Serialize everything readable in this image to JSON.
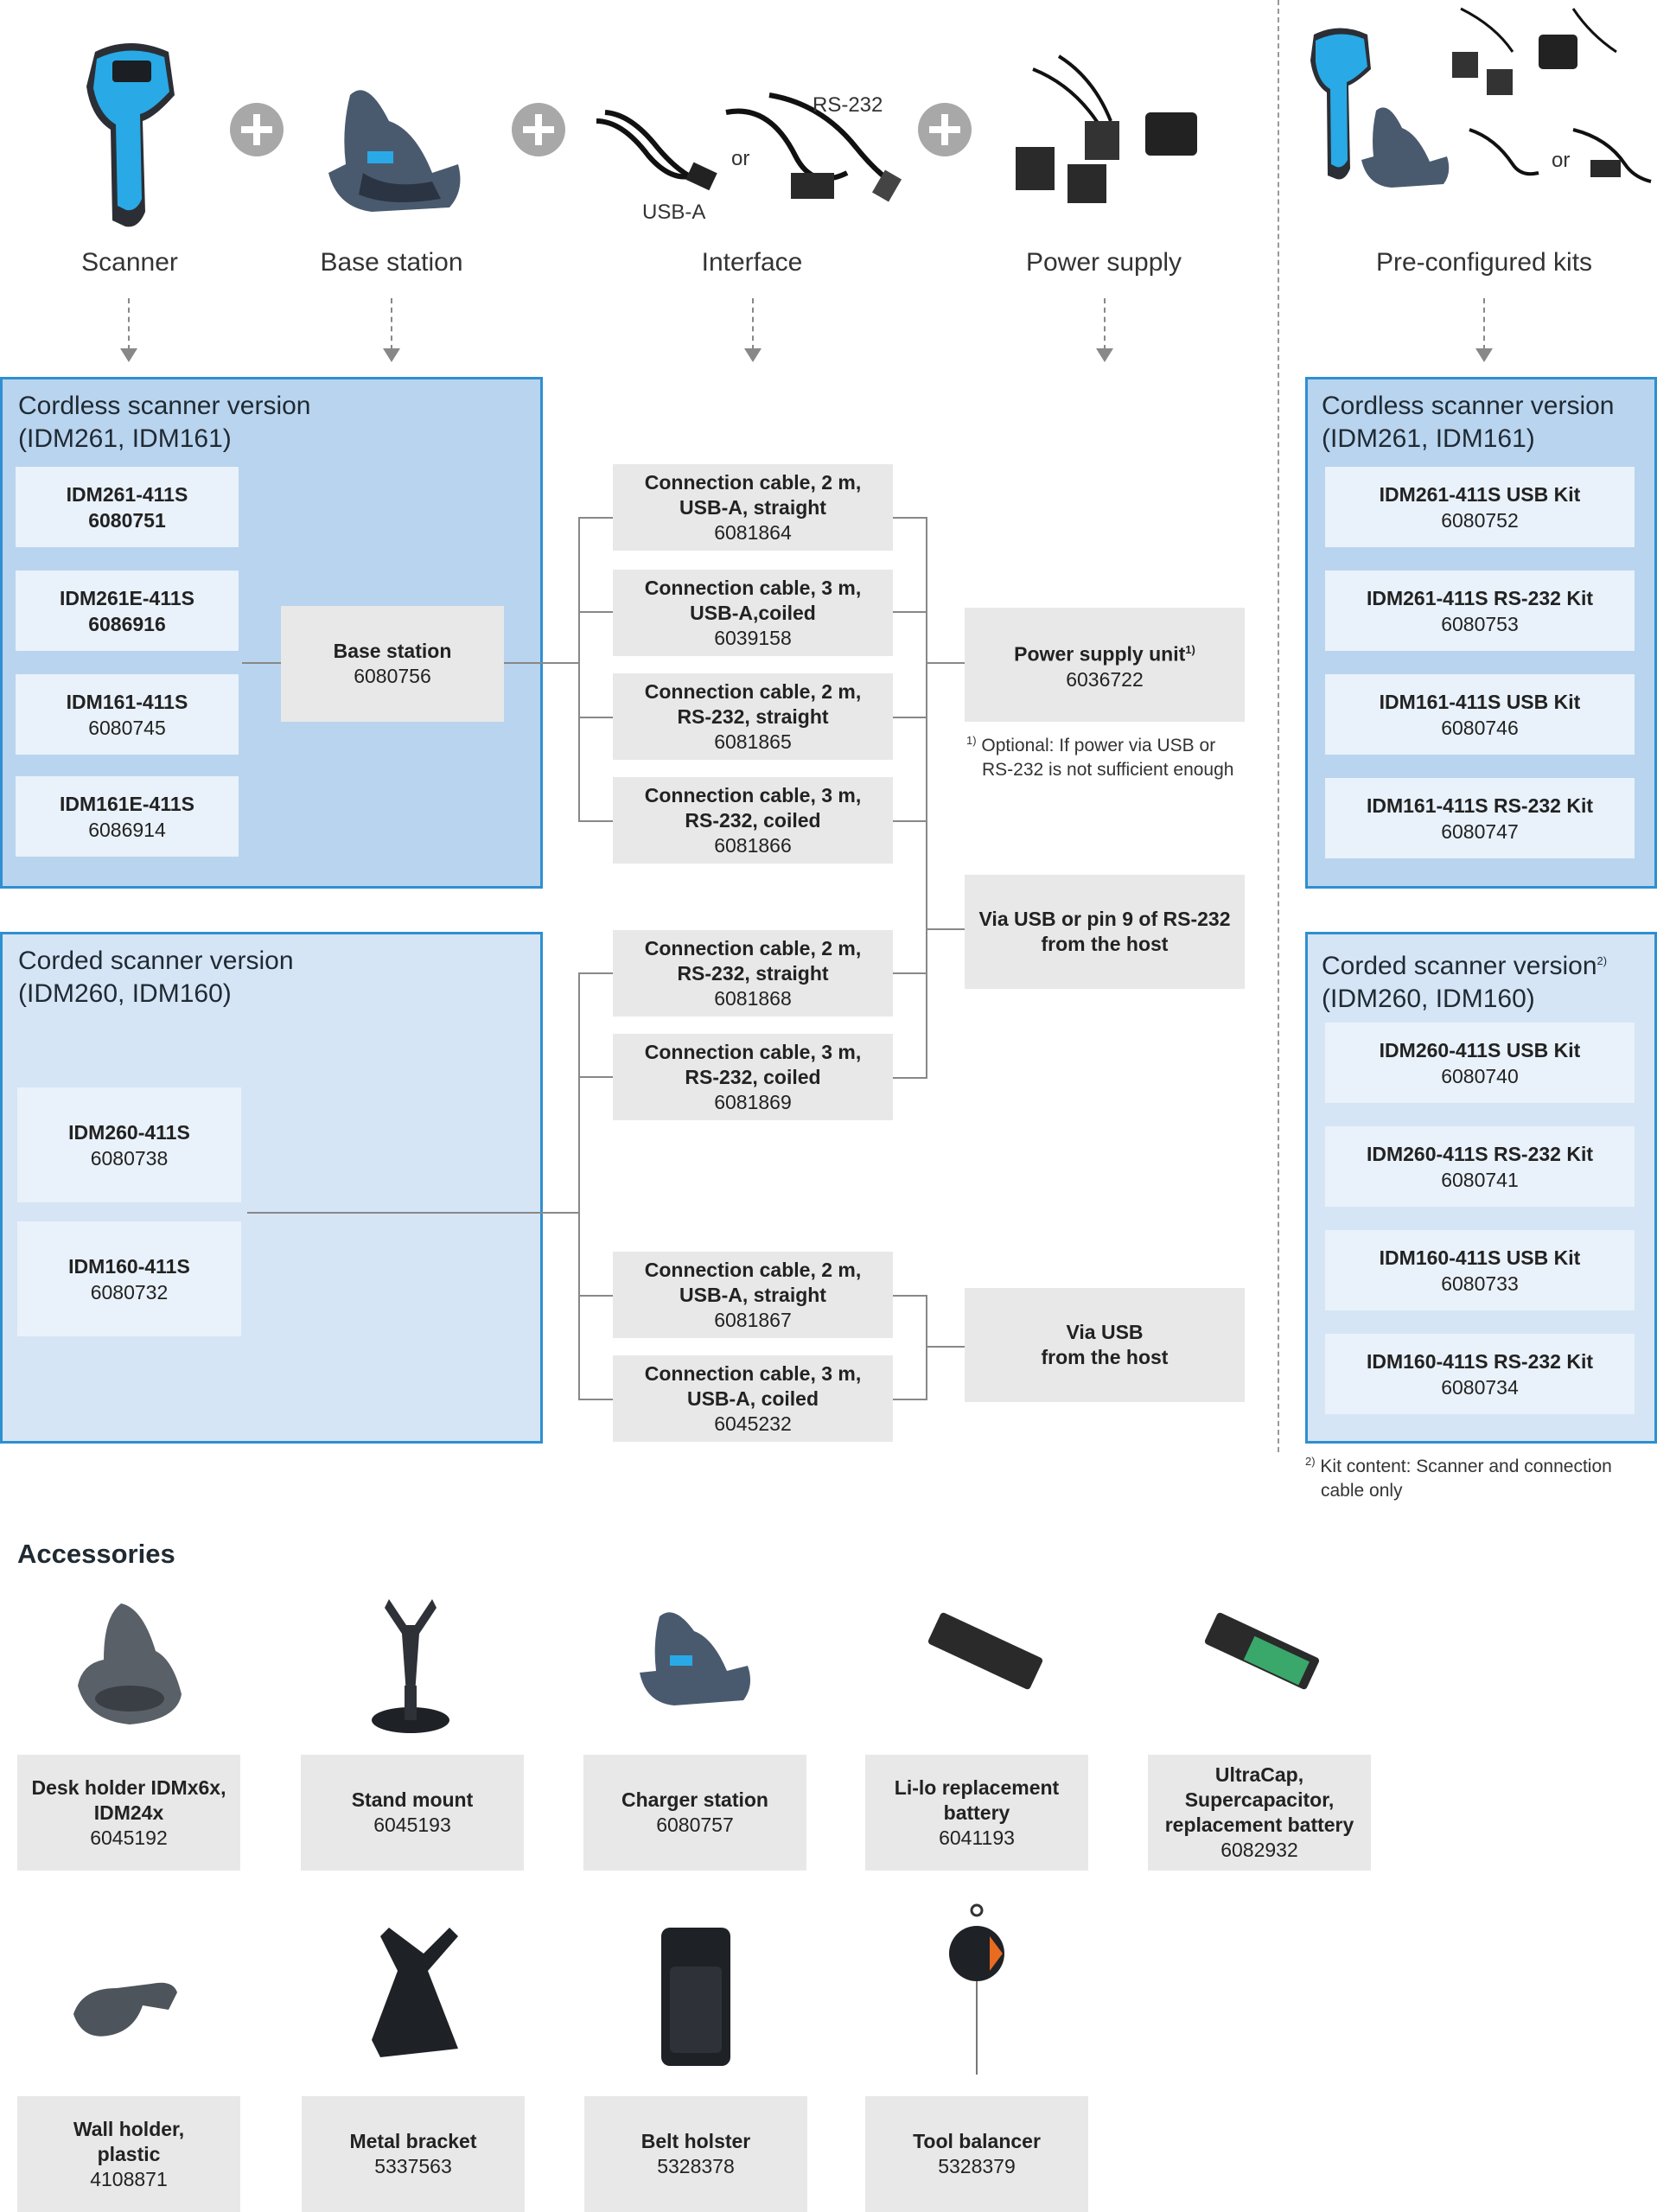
{
  "header": {
    "scanner": "Scanner",
    "base_station": "Base station",
    "interface": "Interface",
    "power_supply": "Power supply",
    "kits": "Pre-configured kits",
    "usb_a": "USB-A",
    "or": "or",
    "rs232": "RS-232"
  },
  "cordless": {
    "title1": "Cordless scanner version",
    "title2": "(IDM261, IDM161)",
    "items": [
      {
        "name": "IDM261-411S",
        "code": "6080751"
      },
      {
        "name": "IDM261E-411S",
        "code": "6086916"
      },
      {
        "name": "IDM161-411S",
        "code": "6080745"
      },
      {
        "name": "IDM161E-411S",
        "code": "6086914"
      }
    ]
  },
  "base_station": {
    "name": "Base station",
    "code": "6080756"
  },
  "corded": {
    "title1": "Corded scanner version",
    "title2": "(IDM260, IDM160)",
    "items": [
      {
        "name": "IDM260-411S",
        "code": "6080738"
      },
      {
        "name": "IDM160-411S",
        "code": "6080732"
      }
    ]
  },
  "cables": [
    {
      "l1": "Connection cable, 2 m,",
      "l2": "USB-A, straight",
      "code": "6081864"
    },
    {
      "l1": "Connection cable, 3 m,",
      "l2": "USB-A,coiled",
      "code": "6039158"
    },
    {
      "l1": "Connection cable, 2 m,",
      "l2": "RS-232, straight",
      "code": "6081865"
    },
    {
      "l1": "Connection cable, 3 m,",
      "l2": "RS-232, coiled",
      "code": "6081866"
    },
    {
      "l1": "Connection cable, 2 m,",
      "l2": "RS-232, straight",
      "code": "6081868"
    },
    {
      "l1": "Connection cable, 3 m,",
      "l2": "RS-232, coiled",
      "code": "6081869"
    },
    {
      "l1": "Connection cable, 2 m,",
      "l2": "USB-A, straight",
      "code": "6081867"
    },
    {
      "l1": "Connection cable, 3 m,",
      "l2": "USB-A, coiled",
      "code": "6045232"
    }
  ],
  "power": {
    "psu_name": "Power supply unit",
    "psu_sup": "1)",
    "psu_code": "6036722",
    "note_sup": "1)",
    "note1": "Optional: If power via USB or",
    "note2": "RS-232 is not sufficient enough",
    "via_rs_1": "Via USB or pin 9 of RS-232",
    "via_rs_2": "from the host",
    "via_usb_1": "Via USB",
    "via_usb_2": "from the host"
  },
  "kits_cordless": {
    "title1": "Cordless scanner version",
    "title2": "(IDM261, IDM161)",
    "items": [
      {
        "name": "IDM261-411S USB Kit",
        "code": "6080752"
      },
      {
        "name": "IDM261-411S RS-232 Kit",
        "code": "6080753"
      },
      {
        "name": "IDM161-411S USB Kit",
        "code": "6080746"
      },
      {
        "name": "IDM161-411S RS-232 Kit",
        "code": "6080747"
      }
    ]
  },
  "kits_corded": {
    "title1": "Corded scanner version",
    "title_sup": "2)",
    "title2": "(IDM260, IDM160)",
    "items": [
      {
        "name": "IDM260-411S USB Kit",
        "code": "6080740"
      },
      {
        "name": "IDM260-411S RS-232 Kit",
        "code": "6080741"
      },
      {
        "name": "IDM160-411S USB Kit",
        "code": "6080733"
      },
      {
        "name": "IDM160-411S RS-232 Kit",
        "code": "6080734"
      }
    ],
    "note_sup": "2)",
    "note1": "Kit content:  Scanner and connection",
    "note2": "cable only"
  },
  "accessories": {
    "title": "Accessories",
    "items": [
      {
        "l1": "Desk holder IDMx6x,",
        "l2": "IDM24x",
        "code": "6045192"
      },
      {
        "l1": "Stand mount",
        "l2": "",
        "code": "6045193"
      },
      {
        "l1": "Charger station",
        "l2": "",
        "code": "6080757"
      },
      {
        "l1": "Li-lo replacement",
        "l2": "battery",
        "code": "6041193"
      },
      {
        "l1": "UltraCap,",
        "l2": "Supercapacitor,",
        "l3": "replacement battery",
        "code": "6082932"
      },
      {
        "l1": "Wall holder,",
        "l2": "plastic",
        "code": "4108871"
      },
      {
        "l1": "Metal bracket",
        "l2": "",
        "code": "5337563"
      },
      {
        "l1": "Belt holster",
        "l2": "",
        "code": "5328378"
      },
      {
        "l1": "Tool balancer",
        "l2": "",
        "code": "5328379"
      }
    ]
  },
  "colors": {
    "accent_blue": "#2f8fd1",
    "scanner_blue": "#29a9e6",
    "panel_dark": "#b9d4ee",
    "panel_light": "#d6e5f5",
    "card_grey": "#e8e8e8"
  }
}
